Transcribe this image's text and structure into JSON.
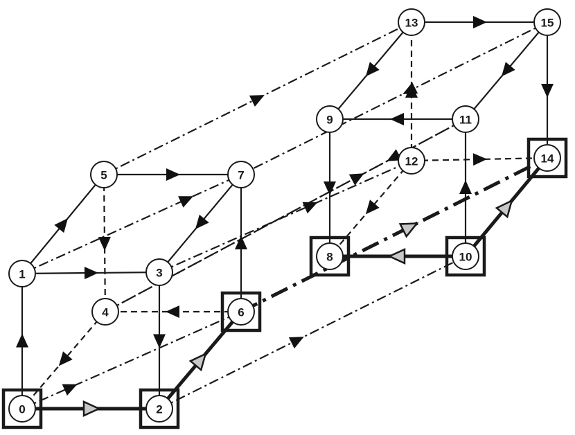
{
  "nodes": [
    {
      "id": "0",
      "label": "0",
      "marked": true
    },
    {
      "id": "1",
      "label": "1",
      "marked": false
    },
    {
      "id": "2",
      "label": "2",
      "marked": true
    },
    {
      "id": "3",
      "label": "3",
      "marked": false
    },
    {
      "id": "4",
      "label": "4",
      "marked": false
    },
    {
      "id": "5",
      "label": "5",
      "marked": false
    },
    {
      "id": "6",
      "label": "6",
      "marked": true
    },
    {
      "id": "7",
      "label": "7",
      "marked": false
    },
    {
      "id": "8",
      "label": "8",
      "marked": true
    },
    {
      "id": "9",
      "label": "9",
      "marked": false
    },
    {
      "id": "10",
      "label": "10",
      "marked": true
    },
    {
      "id": "11",
      "label": "11",
      "marked": false
    },
    {
      "id": "12",
      "label": "12",
      "marked": false
    },
    {
      "id": "13",
      "label": "13",
      "marked": false
    },
    {
      "id": "14",
      "label": "14",
      "marked": true
    },
    {
      "id": "15",
      "label": "15",
      "marked": false
    }
  ],
  "edges": [
    {
      "from": "0",
      "to": "2",
      "style": "thick",
      "arrow": "gray"
    },
    {
      "from": "2",
      "to": "6",
      "style": "thick",
      "arrow": "gray"
    },
    {
      "from": "10",
      "to": "8",
      "style": "thick",
      "arrow": "gray"
    },
    {
      "from": "10",
      "to": "14",
      "style": "thick",
      "arrow": "gray"
    },
    {
      "from": "6",
      "to": "14",
      "style": "thick-dashdot",
      "arrow": "gray"
    },
    {
      "from": "0",
      "to": "1",
      "style": "solid",
      "arrow": "black"
    },
    {
      "from": "1",
      "to": "3",
      "style": "solid",
      "arrow": "black"
    },
    {
      "from": "1",
      "to": "5",
      "style": "solid",
      "arrow": "black"
    },
    {
      "from": "5",
      "to": "7",
      "style": "solid",
      "arrow": "black"
    },
    {
      "from": "7",
      "to": "3",
      "style": "solid",
      "arrow": "black"
    },
    {
      "from": "3",
      "to": "2",
      "style": "solid",
      "arrow": "black"
    },
    {
      "from": "6",
      "to": "7",
      "style": "solid",
      "arrow": "black"
    },
    {
      "from": "13",
      "to": "15",
      "style": "solid",
      "arrow": "black"
    },
    {
      "from": "13",
      "to": "9",
      "style": "solid",
      "arrow": "black"
    },
    {
      "from": "15",
      "to": "11",
      "style": "solid",
      "arrow": "black"
    },
    {
      "from": "11",
      "to": "9",
      "style": "solid",
      "arrow": "black"
    },
    {
      "from": "9",
      "to": "8",
      "style": "solid",
      "arrow": "black"
    },
    {
      "from": "10",
      "to": "11",
      "style": "solid",
      "arrow": "black"
    },
    {
      "from": "15",
      "to": "14",
      "style": "solid",
      "arrow": "black"
    },
    {
      "from": "5",
      "to": "4",
      "style": "dashed",
      "arrow": "black"
    },
    {
      "from": "6",
      "to": "4",
      "style": "dashed",
      "arrow": "black"
    },
    {
      "from": "4",
      "to": "0",
      "style": "dashed",
      "arrow": "black"
    },
    {
      "from": "12",
      "to": "13",
      "style": "dashed",
      "arrow": "black"
    },
    {
      "from": "12",
      "to": "14",
      "style": "dashed",
      "arrow": "black"
    },
    {
      "from": "12",
      "to": "8",
      "style": "dashed",
      "arrow": "black"
    },
    {
      "from": "5",
      "to": "13",
      "style": "dashdot",
      "arrow": "black"
    },
    {
      "from": "1",
      "to": "7",
      "style": "dashdot",
      "arrow": "black"
    },
    {
      "from": "3",
      "to": "12",
      "style": "dashdot",
      "arrow": "black"
    },
    {
      "from": "15",
      "to": "7",
      "style": "dashdot",
      "arrow": "black"
    },
    {
      "from": "0",
      "to": "6",
      "style": "dashdot",
      "arrow": "black"
    },
    {
      "from": "2",
      "to": "10",
      "style": "dashdot",
      "arrow": "black"
    },
    {
      "from": "11",
      "to": "4",
      "style": "dashdot",
      "arrow": "black"
    },
    {
      "from": "4",
      "to": "11",
      "style": "dashdot",
      "arrow": "black"
    }
  ]
}
